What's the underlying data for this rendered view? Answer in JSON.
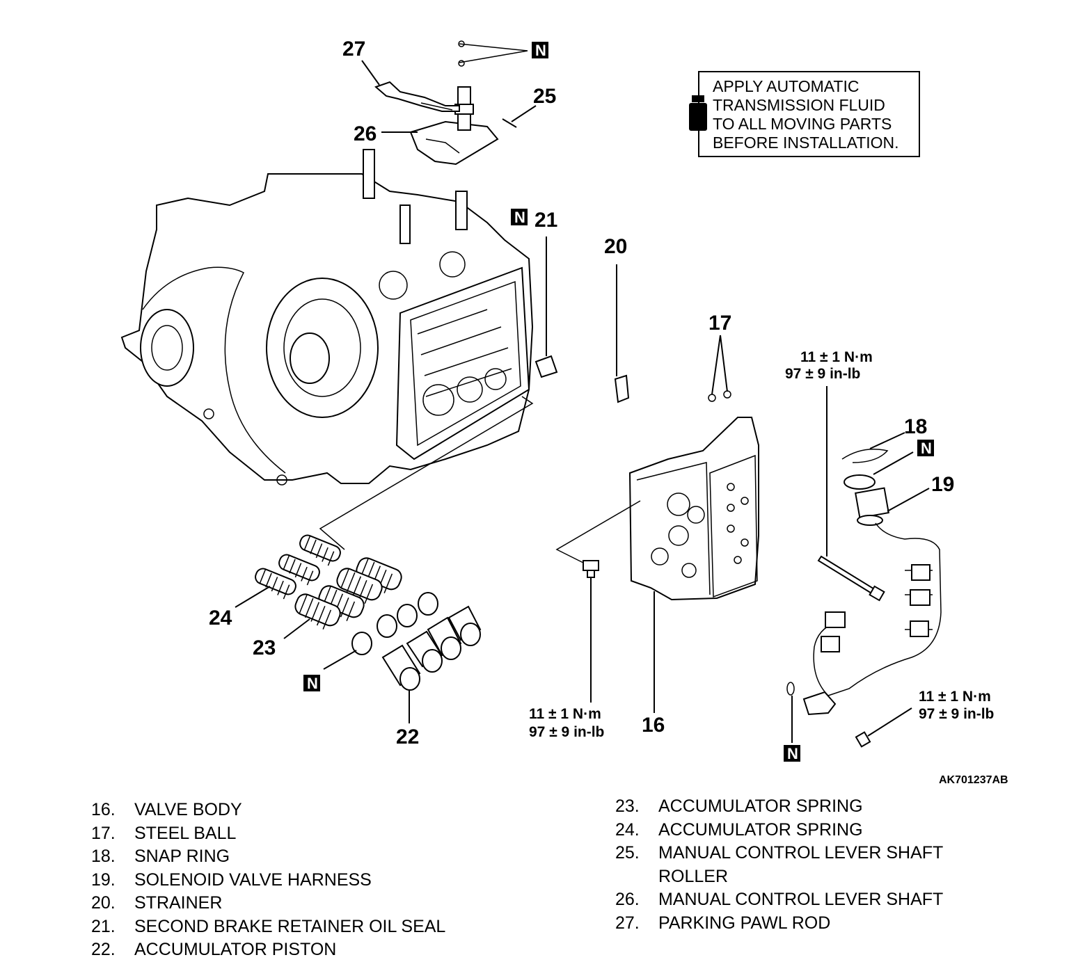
{
  "callouts": {
    "c16": "16",
    "c17": "17",
    "c18": "18",
    "c19": "19",
    "c20": "20",
    "c21": "21",
    "c22": "22",
    "c23": "23",
    "c24": "24",
    "c25": "25",
    "c26": "26",
    "c27": "27"
  },
  "n_marker": "N",
  "torque": {
    "valve_body_bolt": [
      "11 ± 1 N·m",
      "97 ± 9 in-lb"
    ],
    "bolt_upper_right": [
      "11 ± 1 N·m",
      "97 ± 9 in-lb"
    ],
    "harness_bolt": [
      "11 ± 1 N·m",
      "97 ± 9 in-lb"
    ]
  },
  "note": {
    "lines": [
      "APPLY AUTOMATIC",
      "TRANSMISSION FLUID",
      "TO ALL MOVING PARTS",
      "BEFORE INSTALLATION."
    ]
  },
  "figure_id": "AK701237AB",
  "legend": {
    "left": [
      {
        "num": "16.",
        "text": "VALVE BODY"
      },
      {
        "num": "17.",
        "text": "STEEL BALL"
      },
      {
        "num": "18.",
        "text": "SNAP RING"
      },
      {
        "num": "19.",
        "text": "SOLENOID VALVE HARNESS"
      },
      {
        "num": "20.",
        "text": "STRAINER"
      },
      {
        "num": "21.",
        "text": "SECOND BRAKE RETAINER OIL SEAL"
      },
      {
        "num": "22.",
        "text": "ACCUMULATOR PISTON"
      }
    ],
    "right": [
      {
        "num": "23.",
        "text": "ACCUMULATOR SPRING"
      },
      {
        "num": "24.",
        "text": "ACCUMULATOR SPRING"
      },
      {
        "num": "25.",
        "text": "MANUAL CONTROL LEVER SHAFT"
      },
      {
        "num": "",
        "text": "ROLLER"
      },
      {
        "num": "26.",
        "text": "MANUAL CONTROL LEVER SHAFT"
      },
      {
        "num": "27.",
        "text": "PARKING PAWL ROD"
      }
    ]
  }
}
